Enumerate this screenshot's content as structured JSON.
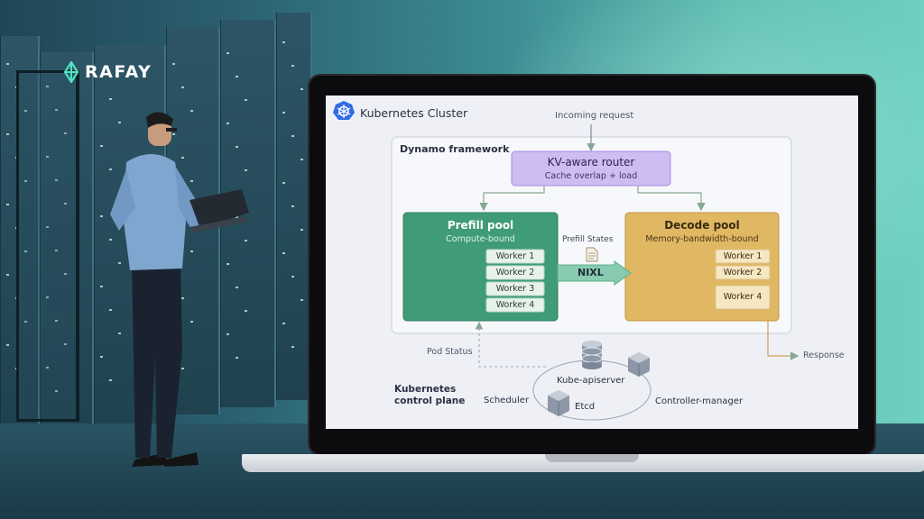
{
  "brand": {
    "logo_text": "RAFAY"
  },
  "diagram": {
    "cluster_title": "Kubernetes Cluster",
    "incoming_label": "Incoming request",
    "framework_label": "Dynamo framework",
    "router": {
      "title": "KV-aware router",
      "subtitle": "Cache overlap + load"
    },
    "prefill": {
      "title": "Prefill pool",
      "subtitle": "Compute-bound",
      "workers": [
        "Worker 1",
        "Worker 2",
        "Worker 3",
        "Worker 4"
      ]
    },
    "decode": {
      "title": "Decode pool",
      "subtitle": "Memory-bandwidth-bound",
      "workers": [
        "Worker 1",
        "Worker 2",
        "Worker 4"
      ]
    },
    "transfer": {
      "states_label": "Prefill States",
      "arrow_label": "NIXL"
    },
    "response_label": "Response",
    "pod_status_label": "Pod Status",
    "control_plane": {
      "label": "Kubernetes\ncontrol plane",
      "apiserver": "Kube-apiserver",
      "scheduler": "Scheduler",
      "etcd": "Etcd",
      "controller": "Controller-manager"
    },
    "colors": {
      "router_fill": "#cdbdf1",
      "router_stroke": "#a58be0",
      "prefill_fill": "#3f9b78",
      "prefill_stroke": "#2f7f61",
      "decode_fill": "#e0b763",
      "decode_stroke": "#c49440",
      "nixl_fill": "#88cbb0",
      "arrow": "#88a897"
    }
  }
}
